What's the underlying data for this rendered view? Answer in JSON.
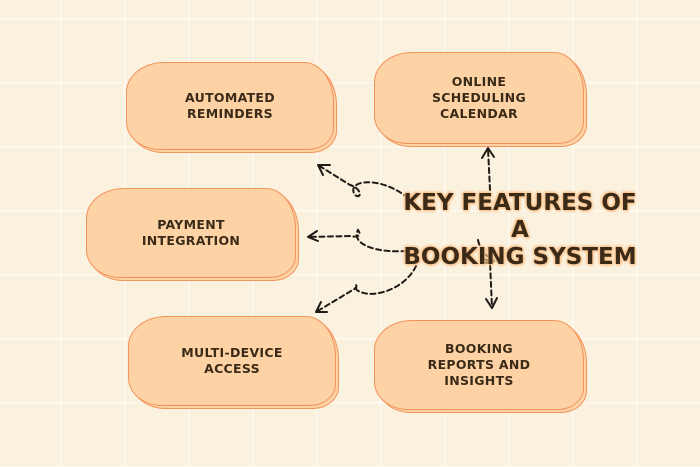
{
  "title": "KEY FEATURES OF A\nBOOKING SYSTEM",
  "features": [
    {
      "label": "AUTOMATED\nREMINDERS"
    },
    {
      "label": "ONLINE\nSCHEDULING\nCALENDAR"
    },
    {
      "label": "PAYMENT\nINTEGRATION"
    },
    {
      "label": "MULTI-DEVICE\nACCESS"
    },
    {
      "label": "BOOKING\nREPORTS AND\nINSIGHTS"
    }
  ],
  "colors": {
    "background": "#fbf1df",
    "box_fill": "#fdd3a5",
    "box_border": "#f3925a",
    "text": "#3b2a17"
  }
}
